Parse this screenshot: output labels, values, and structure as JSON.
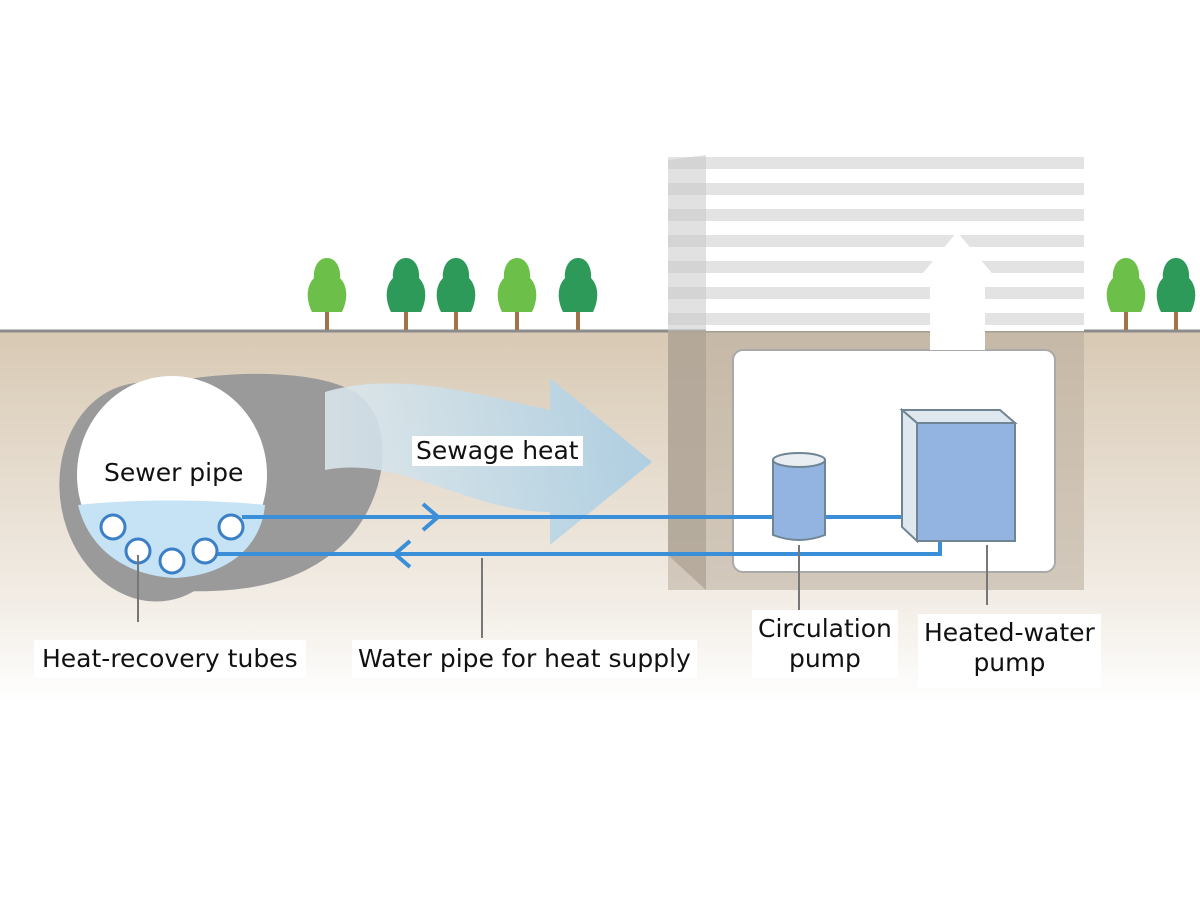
{
  "title": "Sewage heat recovery system",
  "labels": {
    "sewer_pipe": "Sewer pipe",
    "sewage_heat": "Sewage heat",
    "heat_recovery_tubes": "Heat-recovery tubes",
    "water_pipe": "Water pipe for heat supply",
    "circulation_pump_line1": "Circulation",
    "circulation_pump_line2": "pump",
    "heated_water_pump_line1": "Heated-water",
    "heated_water_pump_line2": "pump"
  },
  "colors": {
    "ground_top": "#d8c9b4",
    "ground_bottom": "#f7f5f1",
    "ground_line": "#8c8c8c",
    "pipe_gray": "#999999",
    "water": "#c6e3f5",
    "flow_line": "#3a8fd8",
    "heat_arrow": "#b8d4e6",
    "pump_blue": "#93b4e0",
    "pump_edge": "#6f8594",
    "building_stripe": "#e3e3e3",
    "tree_light": "#6cc04a",
    "tree_dark": "#2e9a5a",
    "trunk": "#a0734a"
  },
  "trees": [
    {
      "shade": "light"
    },
    {
      "shade": "dark"
    },
    {
      "shade": "dark"
    },
    {
      "shade": "light"
    },
    {
      "shade": "dark"
    },
    {
      "shade": "light"
    },
    {
      "shade": "dark"
    }
  ]
}
